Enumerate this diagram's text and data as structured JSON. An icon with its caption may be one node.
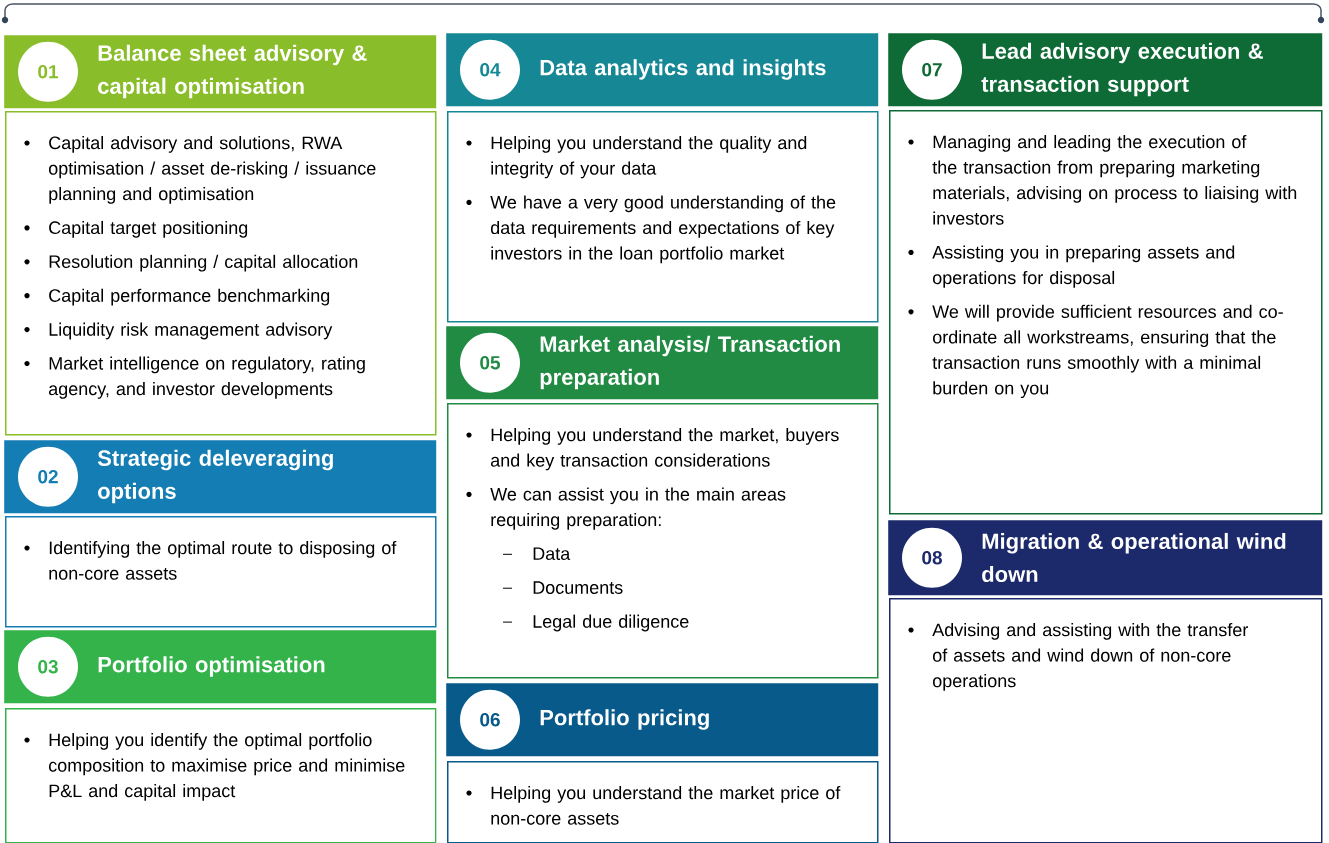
{
  "diagram": {
    "nodes": [
      {
        "text": [
          "Balance sheet advisory & capital optimisation"
        ]
      },
      {
        "text": [
          "01"
        ],
        "in": 0
      },
      {
        "text": [
          "Capital advisory and solutions, RWA optimisation / asset de-risking / issuance planning and optimisation",
          "Capital target positioning",
          "Resolution planning / capital allocation",
          "Capital performance benchmarking",
          "Liquidity risk management advisory",
          "Market intelligence on regulatory, rating agency, and investor developments"
        ]
      },
      {
        "text": [
          "Strategic deleveraging options"
        ]
      },
      {
        "text": [
          "02"
        ],
        "in": 3
      },
      {
        "text": [
          "Identifying the optimal route to disposing of non-core assets"
        ]
      },
      {
        "text": [
          "Portfolio optimisation"
        ]
      },
      {
        "text": [
          "03"
        ],
        "in": 6
      },
      {
        "text": [
          "Helping you identify the optimal portfolio composition to maximise price and minimise P&L and capital impact"
        ]
      },
      {
        "text": [
          "Data analytics and insights"
        ]
      },
      {
        "text": [
          "04"
        ],
        "in": 9
      },
      {
        "text": [
          "Helping you understand the quality and integrity of your data",
          "We have a very good understanding of the data requirements and expectations of key investors in the loan portfolio market"
        ]
      },
      {
        "text": [
          "Market analysis/ Transaction preparation"
        ]
      },
      {
        "text": [
          "05"
        ],
        "in": 12
      },
      {
        "text": [
          "Helping you understand the market, buyers and key transaction considerations",
          "We can assist you in the main areas requiring preparation:",
          "Data",
          "Documents",
          "Legal due diligence"
        ]
      },
      {
        "text": [
          "Portfolio pricing"
        ]
      },
      {
        "text": [
          "06"
        ],
        "in": 15
      },
      {
        "text": [
          "Helping you understand the market price of non-core assets"
        ]
      },
      {
        "text": [
          "Lead advisory execution & transaction support"
        ]
      },
      {
        "text": [
          "07"
        ],
        "in": 18
      },
      {
        "text": [
          "Managing and leading the execution of the transaction from preparing marketing materials, advising on process to liaising with investors",
          "Assisting you in preparing assets and operations for disposal",
          "We will provide sufficient resources and co-ordinate all workstreams, ensuring that the transaction runs smoothly with a minimal burden on you"
        ]
      },
      {
        "text": [
          "Migration & operational wind down"
        ]
      },
      {
        "text": [
          "08"
        ],
        "in": 21
      },
      {
        "text": [
          "Advising and assisting with the transfer of assets and wind down of non-core operations"
        ]
      }
    ]
  }
}
